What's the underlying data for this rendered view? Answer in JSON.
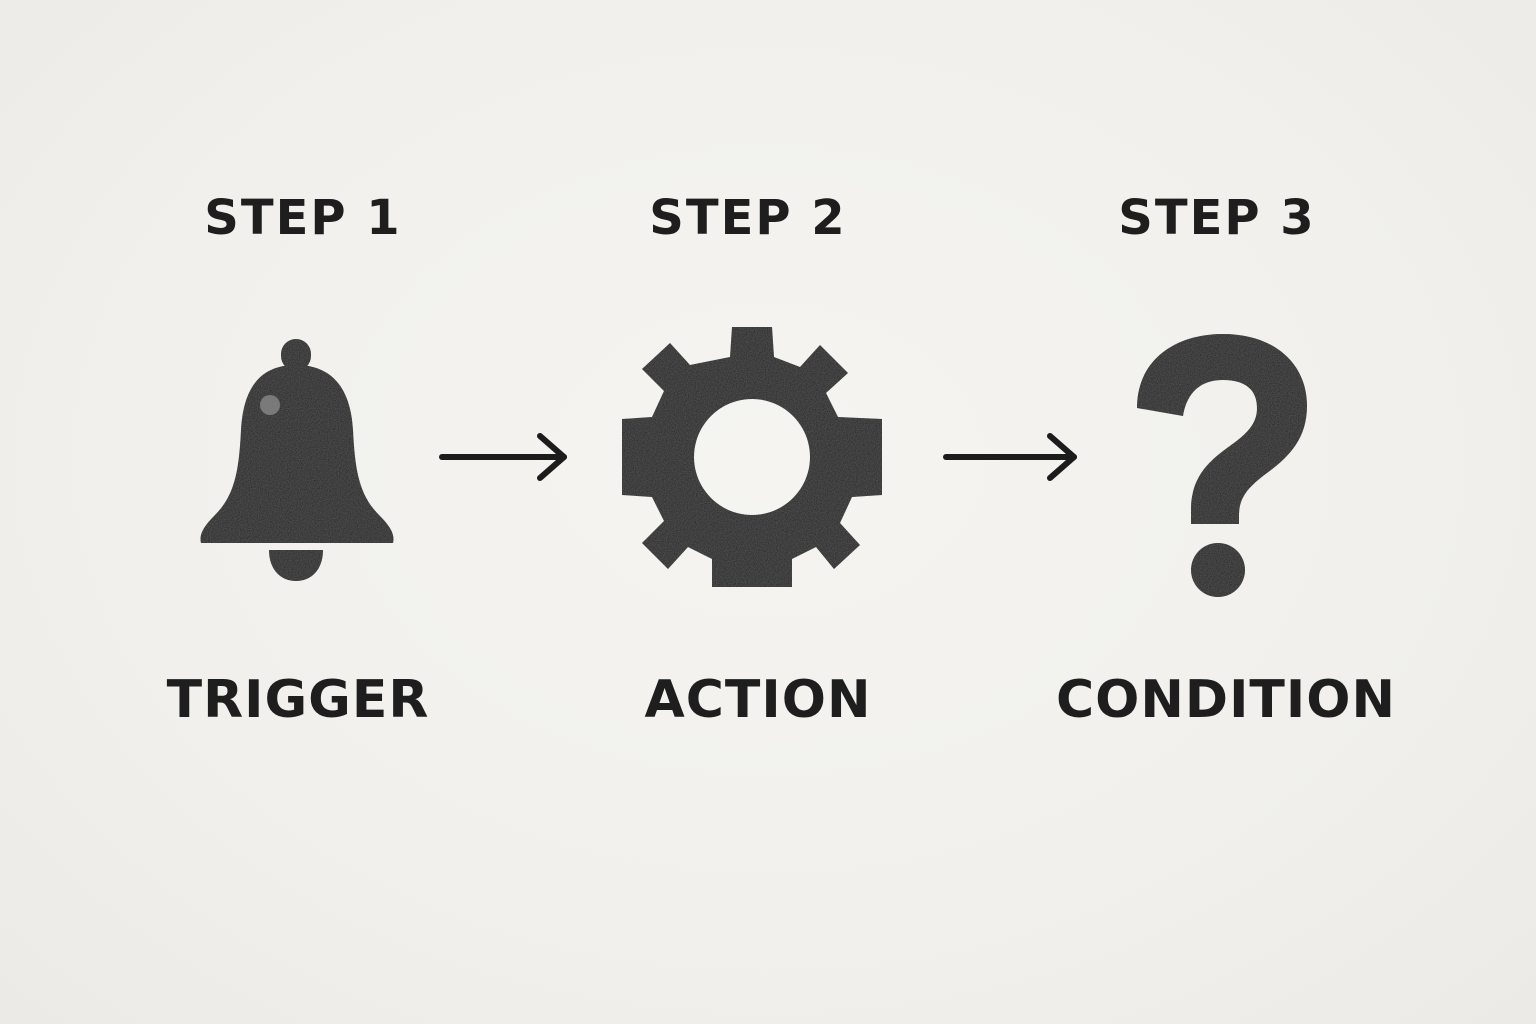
{
  "diagram": {
    "type": "process-flow",
    "background_color": "#f2f1ee",
    "ink_color": "#1c1c1c",
    "steps": [
      {
        "step_label": "STEP 1",
        "name": "TRIGGER",
        "icon": "bell-icon"
      },
      {
        "step_label": "STEP 2",
        "name": "ACTION",
        "icon": "gear-icon"
      },
      {
        "step_label": "STEP 3",
        "name": "CONDITION",
        "icon": "question-mark-icon"
      }
    ],
    "connectors": [
      {
        "from": "STEP 1",
        "to": "STEP 2",
        "icon": "arrow-right-icon"
      },
      {
        "from": "STEP 2",
        "to": "STEP 3",
        "icon": "arrow-right-icon"
      }
    ]
  }
}
